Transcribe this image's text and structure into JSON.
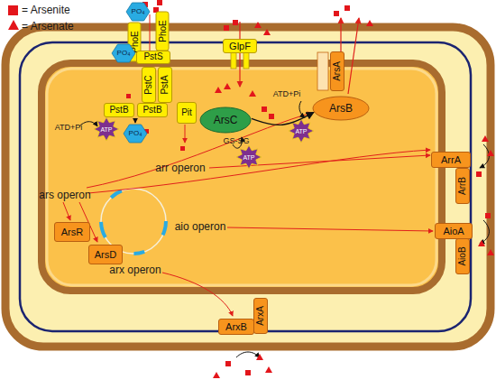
{
  "diagram": {
    "nodes": [
      {
        "text": [
          "PO₄"
        ]
      },
      {
        "text": [
          "PhoE"
        ]
      },
      {
        "text": [
          "PhoE"
        ]
      },
      {
        "text": [
          "PO₄"
        ]
      },
      {
        "text": [
          "PstS"
        ]
      },
      {
        "text": [
          "PstC"
        ]
      },
      {
        "text": [
          "PstA"
        ]
      },
      {
        "text": [
          "Pit"
        ]
      },
      {
        "text": [
          "GlpF"
        ]
      },
      {
        "text": [
          "ArsA"
        ]
      },
      {
        "text": [
          "PstB"
        ]
      },
      {
        "text": [
          "PstB"
        ]
      },
      {
        "text": [
          "ATP"
        ]
      },
      {
        "text": [
          "PO₄"
        ]
      },
      {
        "text": [
          "ArsC"
        ]
      },
      {
        "text": [
          "ArsB"
        ]
      },
      {
        "text": [
          "ATP"
        ]
      },
      {
        "text": [
          "ATP"
        ]
      },
      {
        "text": [
          "ArrA"
        ]
      },
      {
        "text": [
          "ArrB"
        ]
      },
      {
        "text": [
          "ArsR"
        ]
      },
      {
        "text": [
          "AioA"
        ]
      },
      {
        "text": [
          "AioB"
        ]
      },
      {
        "text": [
          "ArsD"
        ]
      },
      {
        "text": [
          "ArxB"
        ]
      },
      {
        "text": [
          "ArxA"
        ]
      }
    ],
    "edges": [
      {
        "from": 14,
        "to": 15,
        "arrow": "to"
      }
    ],
    "labels": [
      "ATD+Pi",
      "ATD+Pi",
      "GS-SG",
      "arr operon",
      "ars operon",
      "aio operon",
      "arx operon"
    ],
    "legend": [
      {
        "text": "= Arsenite"
      },
      {
        "text": "= Arsenate"
      }
    ]
  }
}
